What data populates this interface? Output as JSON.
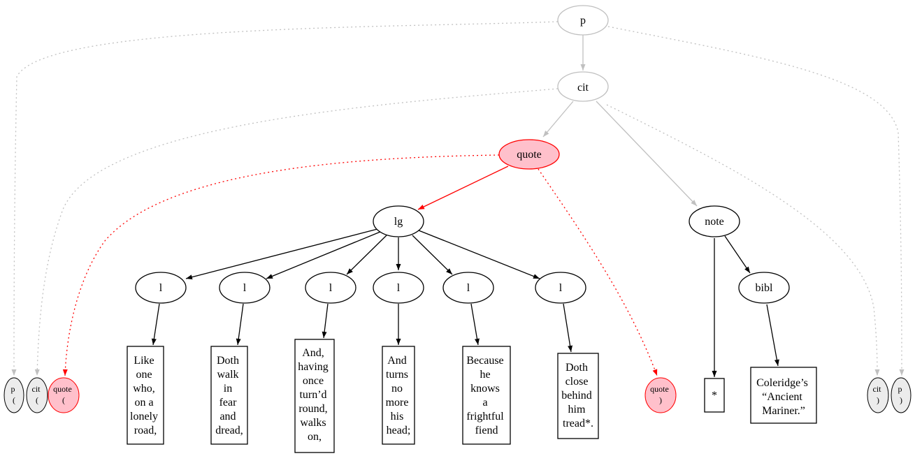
{
  "colors": {
    "gray": "#c0c0c0",
    "red": "#ff0000",
    "pink": "#ffc0cb",
    "lightgray": "#ececec",
    "black": "#000000"
  },
  "nodes": {
    "p": "p",
    "cit": "cit",
    "quote": "quote",
    "lg": "lg",
    "note": "note",
    "bibl": "bibl",
    "l": "l",
    "marker_p_open": [
      "p",
      "("
    ],
    "marker_cit_open": [
      "cit",
      "("
    ],
    "marker_quote_open": [
      "quote",
      "("
    ],
    "marker_quote_close": [
      "quote",
      ")"
    ],
    "marker_cit_close": [
      "cit",
      ")"
    ],
    "marker_p_close": [
      "p",
      ")"
    ]
  },
  "lines": [
    [
      "Like",
      "one",
      "who,",
      "on a",
      "lonely",
      "road,"
    ],
    [
      "Doth",
      "walk",
      "in",
      "fear",
      "and",
      "dread,"
    ],
    [
      "And,",
      "having",
      "once",
      "turn’d",
      "round,",
      "walks",
      "on,"
    ],
    [
      "And",
      "turns",
      "no",
      "more",
      "his",
      "head;"
    ],
    [
      "Because",
      "he",
      "knows",
      "a",
      "frightful",
      "fiend"
    ],
    [
      "Doth",
      "close",
      "behind",
      "him",
      "tread*."
    ]
  ],
  "note_text": [
    "*"
  ],
  "bibl_text": [
    "Coleridge’s",
    "“Ancient",
    "Mariner.”"
  ]
}
